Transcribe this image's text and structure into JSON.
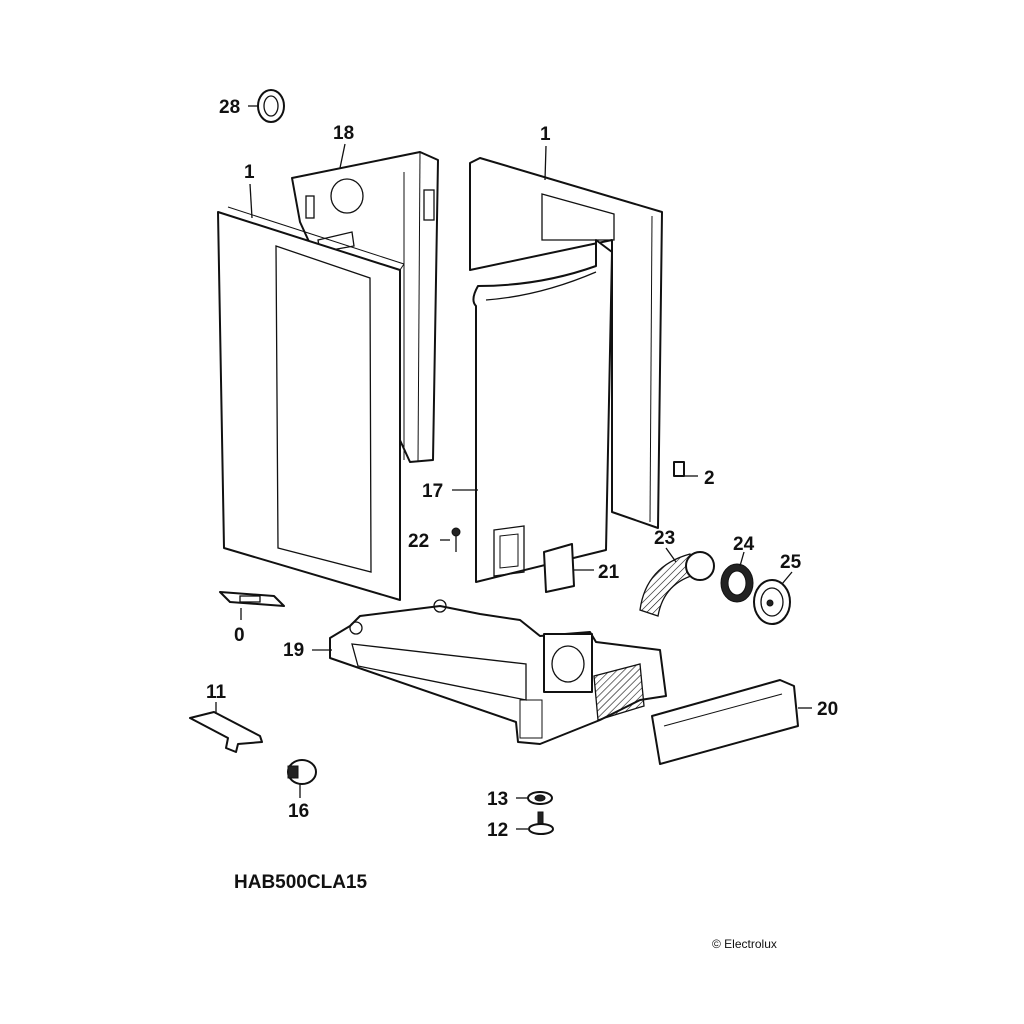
{
  "callouts": {
    "c28": "28",
    "c18": "18",
    "c1_left": "1",
    "c1_right": "1",
    "c2": "2",
    "c17": "17",
    "c22": "22",
    "c21": "21",
    "c23": "23",
    "c24": "24",
    "c25": "25",
    "c0": "0",
    "c19": "19",
    "c20": "20",
    "c11": "11",
    "c16": "16",
    "c13": "13",
    "c12": "12"
  },
  "model_code": "HAB500CLA15",
  "copyright": "© Electrolux"
}
